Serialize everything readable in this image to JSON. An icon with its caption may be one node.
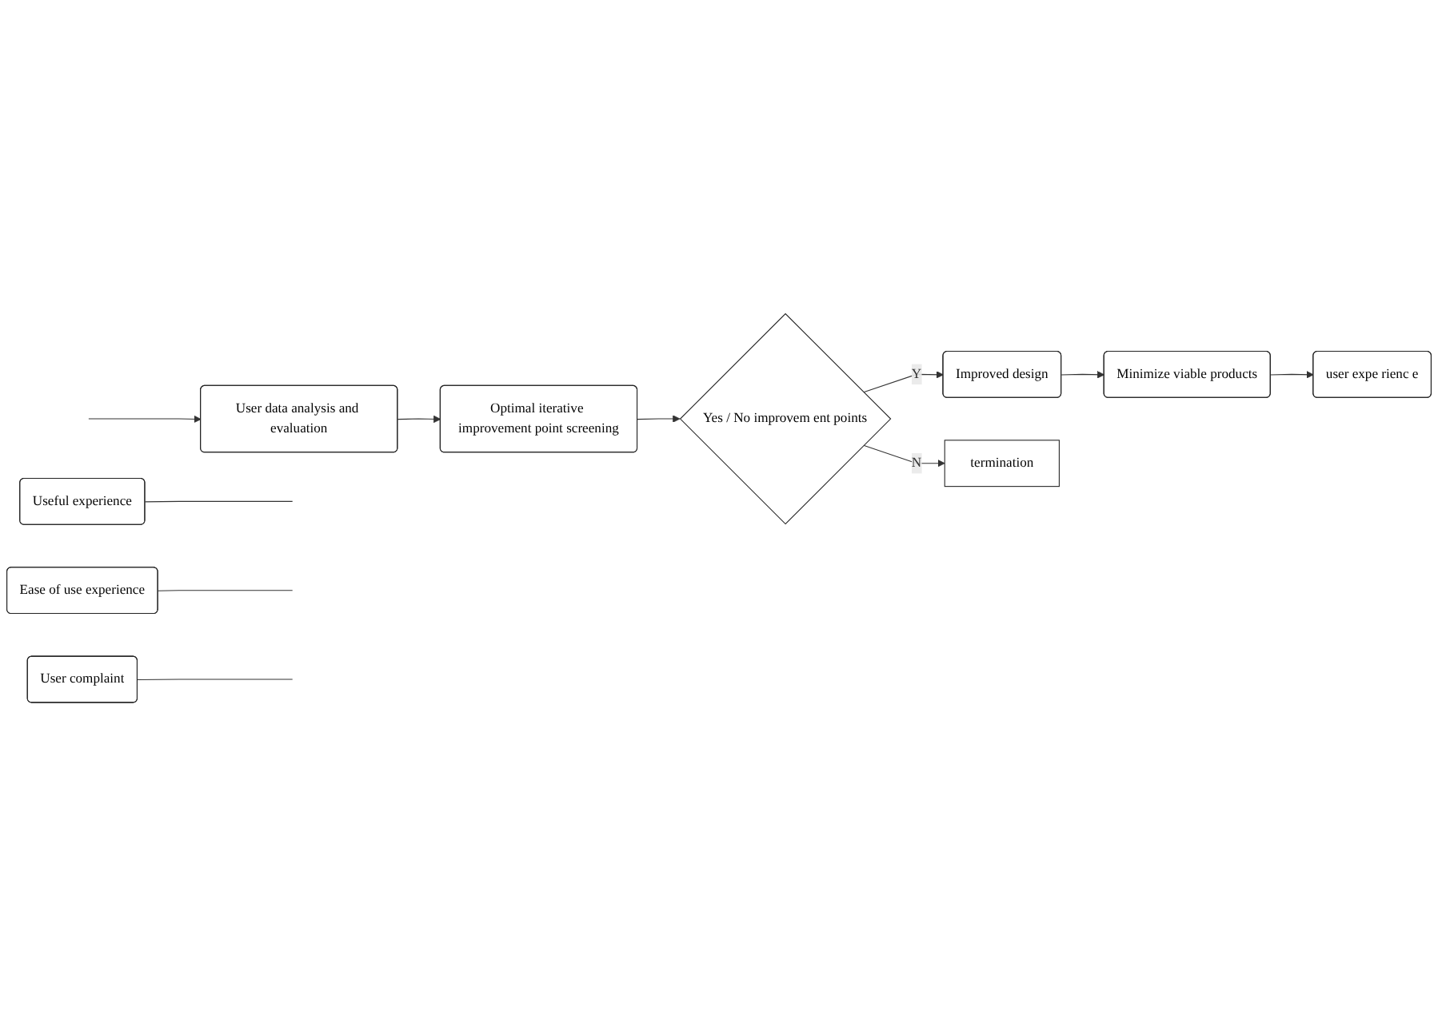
{
  "diagram": {
    "nodes": [
      {
        "text": [
          "Minimize viable products"
        ]
      },
      {
        "text": [
          "user expe rienc e"
        ]
      },
      {
        "text": [
          "Useful experience"
        ]
      },
      {
        "text": [
          "Ease of use experience"
        ]
      },
      {
        "text": [
          "User complaint"
        ]
      },
      {
        "text": [
          "Improved design"
        ]
      },
      {
        "text": [
          "Yes / No improvem ent points"
        ]
      },
      {
        "text": [
          "Optimal iterative improvement point screening"
        ]
      },
      {
        "text": [
          "User data analysis and evaluation"
        ]
      },
      {
        "text": [
          "termination"
        ]
      }
    ],
    "edges": [
      {
        "from": 0,
        "to": 1,
        "arrow": "to"
      },
      {
        "from": 2,
        "to": null,
        "arrow": "none"
      },
      {
        "from": 3,
        "to": null,
        "arrow": "none"
      },
      {
        "from": 4,
        "to": null,
        "arrow": "none"
      },
      {
        "from": 5,
        "to": 0,
        "arrow": "to"
      },
      {
        "from": 6,
        "to": 5,
        "arrow": "to",
        "label": "Y"
      },
      {
        "from": 7,
        "to": 6,
        "arrow": "to"
      },
      {
        "from": 8,
        "to": 7,
        "arrow": "to"
      },
      {
        "from": null,
        "to": 8,
        "arrow": "to"
      },
      {
        "from": 6,
        "to": 9,
        "arrow": "to",
        "label": "N"
      }
    ]
  }
}
